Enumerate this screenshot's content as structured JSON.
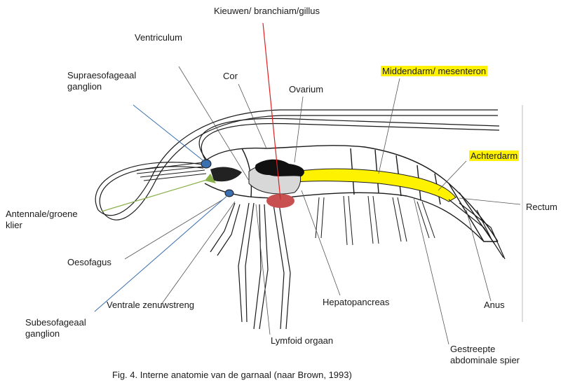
{
  "labels": {
    "kieuwen": "Kieuwen/ branchiam/gillus",
    "ventriculum": "Ventriculum",
    "cor": "Cor",
    "ovarium": "Ovarium",
    "supra_line1": "Supraesofageaal",
    "supra_line2": "ganglion",
    "middendarm": "Middendarm/ mesenteron",
    "achterdarm": "Achterdarm",
    "rectum": "Rectum",
    "antennale_line1": "Antennale/groene",
    "antennale_line2": "klier",
    "oesofagus": "Oesofagus",
    "ventrale": "Ventrale zenuwstreng",
    "hepato": "Hepatopancreas",
    "anus": "Anus",
    "subeso_line1": "Subesofageaal",
    "subeso_line2": "ganglion",
    "lymfoid": "Lymfoid orgaan",
    "gestreepte_line1": "Gestreepte",
    "gestreepte_line2": "abdominale spier"
  },
  "caption": "Fig. 4. Interne anatomie van de garnaal (naar Brown, 1993)",
  "colors": {
    "highlight": "#fff200",
    "gill_line": "#e02020",
    "gill_organ": "#c85050",
    "nerve": "#3a6fb0",
    "gland": "#8ab04a",
    "outline": "#1a1a1a"
  }
}
